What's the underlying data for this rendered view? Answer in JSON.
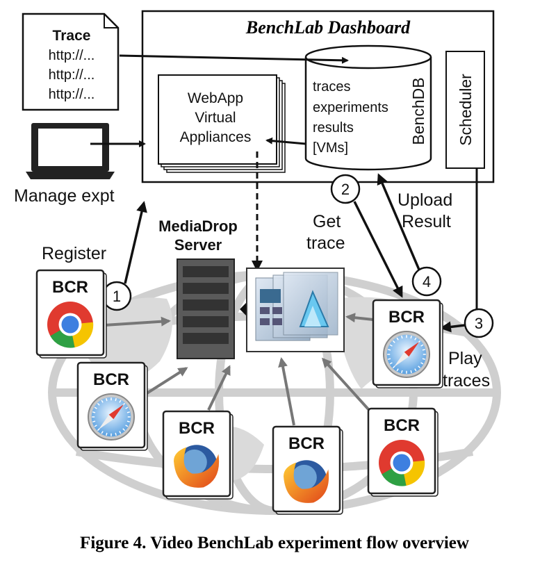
{
  "dashboard": {
    "title": "BenchLab Dashboard"
  },
  "trace_doc": {
    "title": "Trace",
    "lines": [
      "http://...",
      "http://...",
      "http://..."
    ]
  },
  "laptop": {
    "label": "Manage expt"
  },
  "webapp": {
    "lines": [
      "WebApp",
      "Virtual",
      "Appliances"
    ]
  },
  "benchdb": {
    "label": "BenchDB",
    "items": [
      "traces",
      "experiments",
      "results",
      "[VMs]"
    ]
  },
  "scheduler": {
    "label": "Scheduler"
  },
  "server": {
    "label_lines": [
      "MediaDrop",
      "Server"
    ]
  },
  "steps": [
    {
      "num": "1",
      "label_lines": [
        "Register"
      ]
    },
    {
      "num": "2",
      "label_lines": [
        "Get",
        "trace"
      ]
    },
    {
      "num": "3",
      "label_lines": [
        "Play",
        "traces"
      ]
    },
    {
      "num": "4",
      "label_lines": [
        "Upload",
        "Result"
      ]
    }
  ],
  "clients": [
    {
      "label": "BCR",
      "browser": "chrome-icon"
    },
    {
      "label": "BCR",
      "browser": "safari-icon"
    },
    {
      "label": "BCR",
      "browser": "firefox-icon"
    },
    {
      "label": "BCR",
      "browser": "firefox-icon"
    },
    {
      "label": "BCR",
      "browser": "chrome-icon"
    },
    {
      "label": "BCR",
      "browser": "safari-icon"
    }
  ],
  "caption": "Figure 4. Video BenchLab experiment flow overview"
}
